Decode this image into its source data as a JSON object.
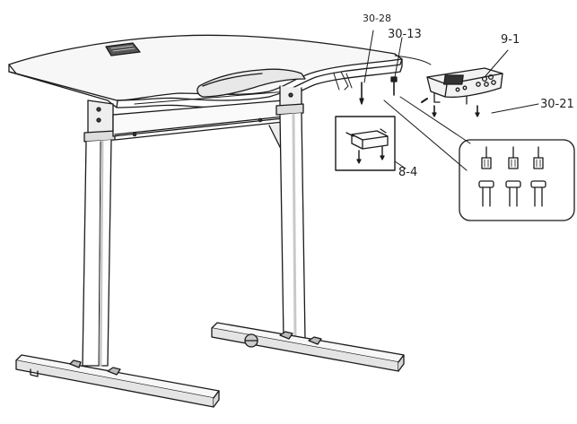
{
  "labels": {
    "part_30_28": "30-28",
    "part_30_13": "30-13",
    "part_9_1": "9-1",
    "part_30_21": "30-21",
    "part_8_4": "8-4"
  },
  "colors": {
    "line": "#1a1a1a",
    "leg_shade": "#c9c9c9",
    "desktop_fill": "#f4f4f4",
    "background": "#ffffff"
  }
}
